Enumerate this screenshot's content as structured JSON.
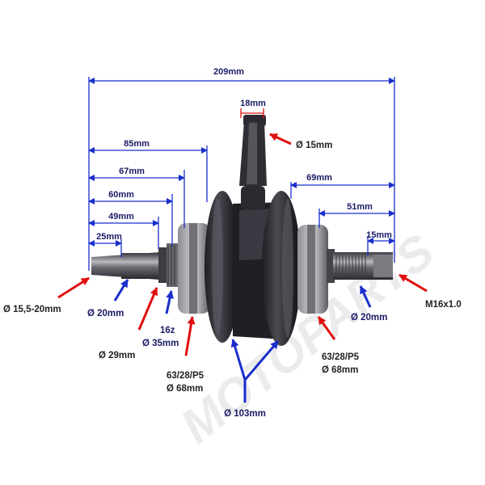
{
  "dimensions": {
    "overall": "209mm",
    "pin_width": "18mm",
    "d85": "85mm",
    "d67": "67mm",
    "d60": "60mm",
    "d49": "49mm",
    "d25": "25mm",
    "d69": "69mm",
    "d51": "51mm",
    "d15": "15mm"
  },
  "labels": {
    "pin_diameter": "Ø 15mm",
    "left_taper": "Ø 15,5-20mm",
    "left_shaft": "Ø 20mm",
    "left_seal": "Ø 29mm",
    "gear_teeth": "16z",
    "gear_diameter": "Ø 35mm",
    "left_bearing_code": "63/28/P5",
    "left_bearing_diameter": "Ø 68mm",
    "flywheel_diameter": "Ø 103mm",
    "right_bearing_code": "63/28/P5",
    "right_bearing_diameter": "Ø 68mm",
    "right_shaft": "Ø 20mm",
    "thread": "M16x1.0"
  },
  "colors": {
    "dimension_line": "#1a2ecc",
    "red_arrow": "#e01010",
    "metal_dark": "#2a2a2e",
    "metal_mid": "#5a5a60",
    "metal_light": "#a8a8ae"
  }
}
